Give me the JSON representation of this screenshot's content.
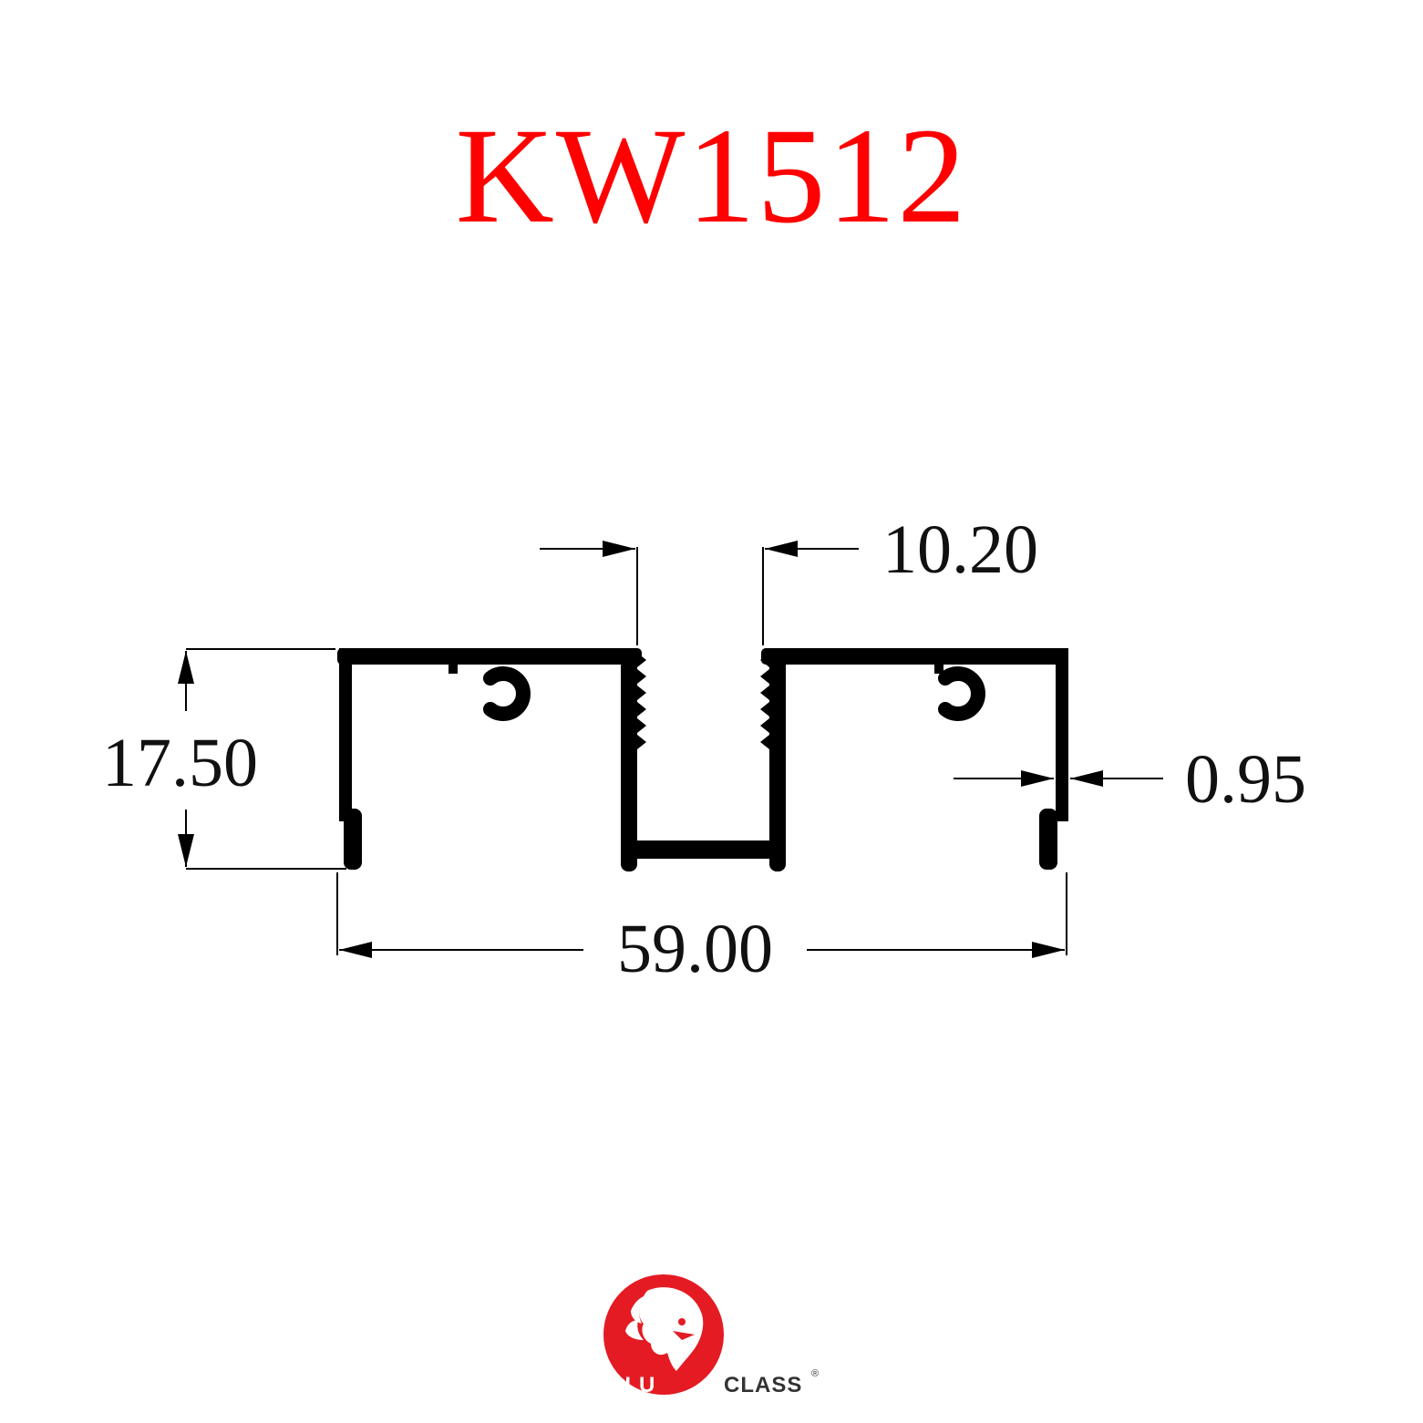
{
  "title": "KW1512",
  "dimensions": {
    "height": "17.50",
    "width": "59.00",
    "center_gap": "10.20",
    "wall_thickness": "0.95"
  },
  "logo": {
    "text_alu": "ALU",
    "text_class": "CLASS",
    "registered": "®",
    "badge_color": "#e41b23",
    "icon": "lion-head-icon"
  },
  "colors": {
    "title": "#ff0000",
    "profile": "#000000"
  }
}
